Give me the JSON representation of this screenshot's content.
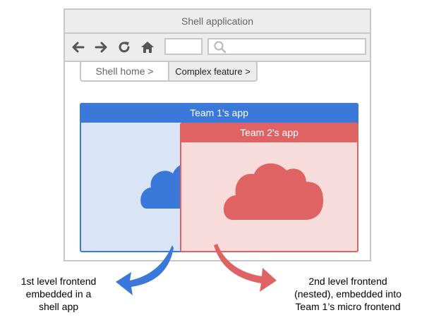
{
  "window": {
    "title": "Shell application"
  },
  "toolbar": {
    "icons": [
      "arrow-left-icon",
      "arrow-right-icon",
      "reload-icon",
      "home-icon",
      "search-icon"
    ]
  },
  "breadcrumb": {
    "items": [
      {
        "label": "Shell home >"
      },
      {
        "label": "Complex feature >"
      }
    ]
  },
  "apps": [
    {
      "title": "Team 1's app",
      "color": "#3a78d9",
      "fill": "#d9e5f7",
      "icon": "cloud-icon"
    },
    {
      "title": "Team 2's app",
      "color": "#e06363",
      "fill": "#f8dcdc",
      "icon": "cloud-icon"
    }
  ],
  "captions": {
    "first": [
      "1st level frontend",
      "embedded in a",
      "shell app"
    ],
    "second": [
      "2nd level frontend",
      "(nested), embedded into",
      "Team 1’s micro frontend"
    ]
  }
}
